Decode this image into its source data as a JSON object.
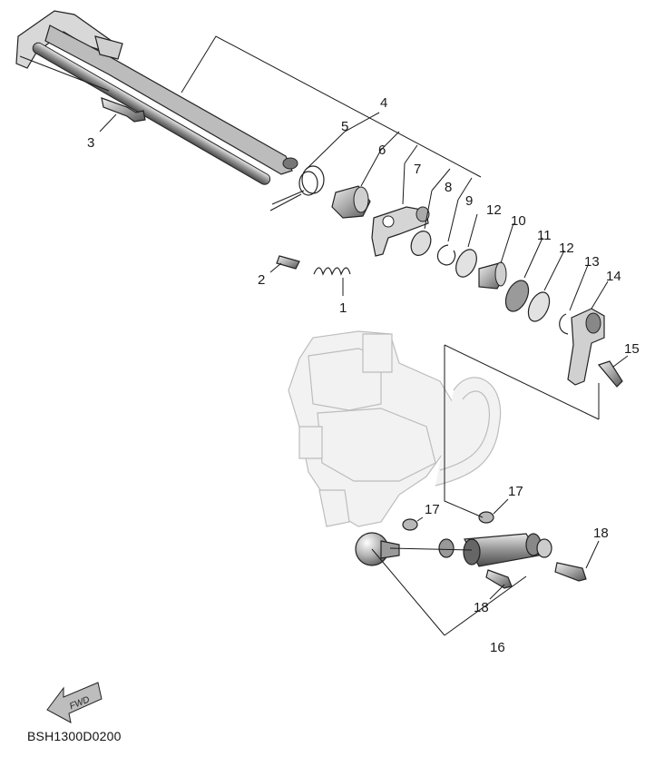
{
  "diagram_code": "BSH1300D0200",
  "fwd_label": "FWD",
  "callouts": [
    {
      "id": "c1",
      "text": "1"
    },
    {
      "id": "c2",
      "text": "2"
    },
    {
      "id": "c3",
      "text": "3"
    },
    {
      "id": "c4",
      "text": "4"
    },
    {
      "id": "c5",
      "text": "5"
    },
    {
      "id": "c6",
      "text": "6"
    },
    {
      "id": "c7",
      "text": "7"
    },
    {
      "id": "c8",
      "text": "8"
    },
    {
      "id": "c9",
      "text": "9"
    },
    {
      "id": "c10",
      "text": "10"
    },
    {
      "id": "c11",
      "text": "11"
    },
    {
      "id": "c12a",
      "text": "12"
    },
    {
      "id": "c12b",
      "text": "12"
    },
    {
      "id": "c13",
      "text": "13"
    },
    {
      "id": "c14",
      "text": "14"
    },
    {
      "id": "c15",
      "text": "15"
    },
    {
      "id": "c16",
      "text": "16"
    },
    {
      "id": "c17a",
      "text": "17"
    },
    {
      "id": "c17b",
      "text": "17"
    },
    {
      "id": "c18a",
      "text": "18"
    },
    {
      "id": "c18b",
      "text": "18"
    }
  ]
}
